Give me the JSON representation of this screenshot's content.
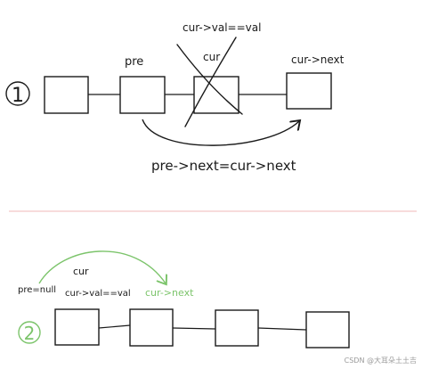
{
  "colors": {
    "ink": "#1a1a1a",
    "green": "#7cc46b",
    "divider": "#f2b8b8",
    "watermark": "#9a9a9a"
  },
  "step1": {
    "number": "1",
    "label_condition": "cur->val==val",
    "label_pre": "pre",
    "label_cur": "cur",
    "label_next": "cur->next",
    "label_assignment": "pre->next=cur->next"
  },
  "step2": {
    "number": "2",
    "label_pre_null": "pre=null",
    "label_cur": "cur",
    "label_condition": "cur->val==val",
    "label_next": "cur->next"
  },
  "watermark": "CSDN @大耳朵土土吉"
}
